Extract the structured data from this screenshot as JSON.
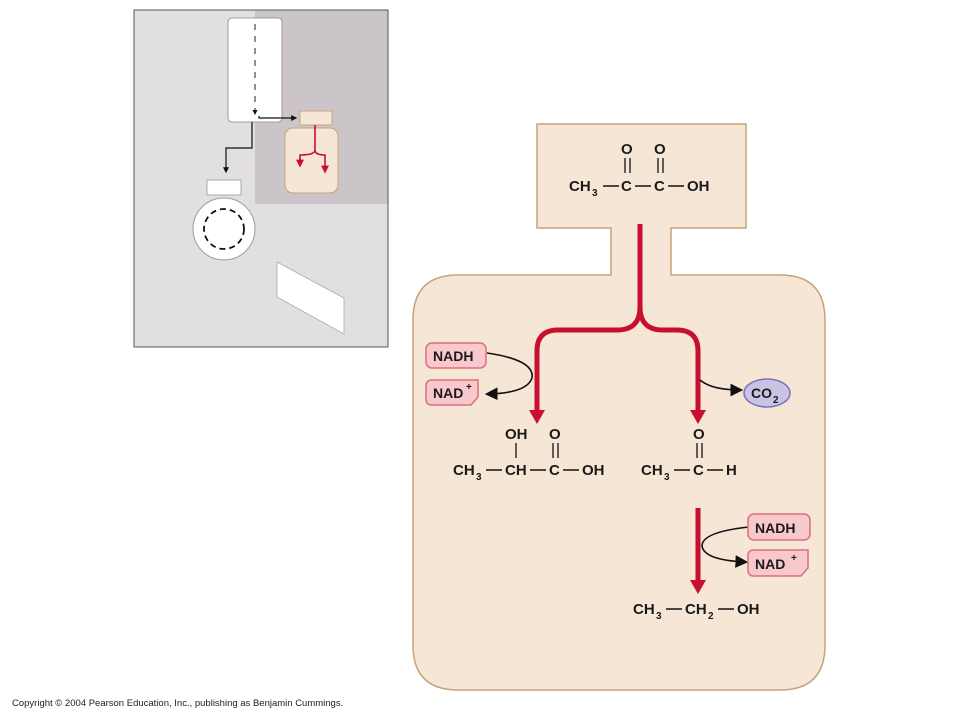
{
  "pyruvate": {
    "c1": "CH",
    "sub3": "3",
    "c2": "C",
    "c3": "C",
    "oh": "OH",
    "o1": "O",
    "o2": "O"
  },
  "lactate": {
    "c1": "CH",
    "sub3": "3",
    "c2": "CH",
    "c3": "C",
    "oh": "OH",
    "oh_top": "OH",
    "o": "O"
  },
  "acetaldehyde": {
    "c1": "CH",
    "sub3": "3",
    "c2": "C",
    "h": "H",
    "o": "O"
  },
  "ethanol": {
    "c1": "CH",
    "sub3": "3",
    "c2": "CH",
    "sub2": "2",
    "oh": "OH"
  },
  "cofactors": {
    "nadh_left": "NADH",
    "nad_left": "NAD",
    "nad_left_sup": "+",
    "nadh_right": "NADH",
    "nad_right": "NAD",
    "nad_right_sup": "+",
    "co2": "CO",
    "co2_sub": "2"
  },
  "colors": {
    "cell_fill": "#f5e6d6",
    "cell_stroke": "#c8a27a",
    "arrow_red": "#c8102e",
    "tag_fill": "#f8c8cc",
    "tag_stroke": "#d9707c",
    "co2_fill": "#c9c3e6",
    "co2_stroke": "#7d72b8",
    "thumb_bg": "#e1dfe2",
    "thumb_dark": "#cbc5ca"
  },
  "copyright": "Copyright © 2004 Pearson Education, Inc., publishing as Benjamin Cummings."
}
